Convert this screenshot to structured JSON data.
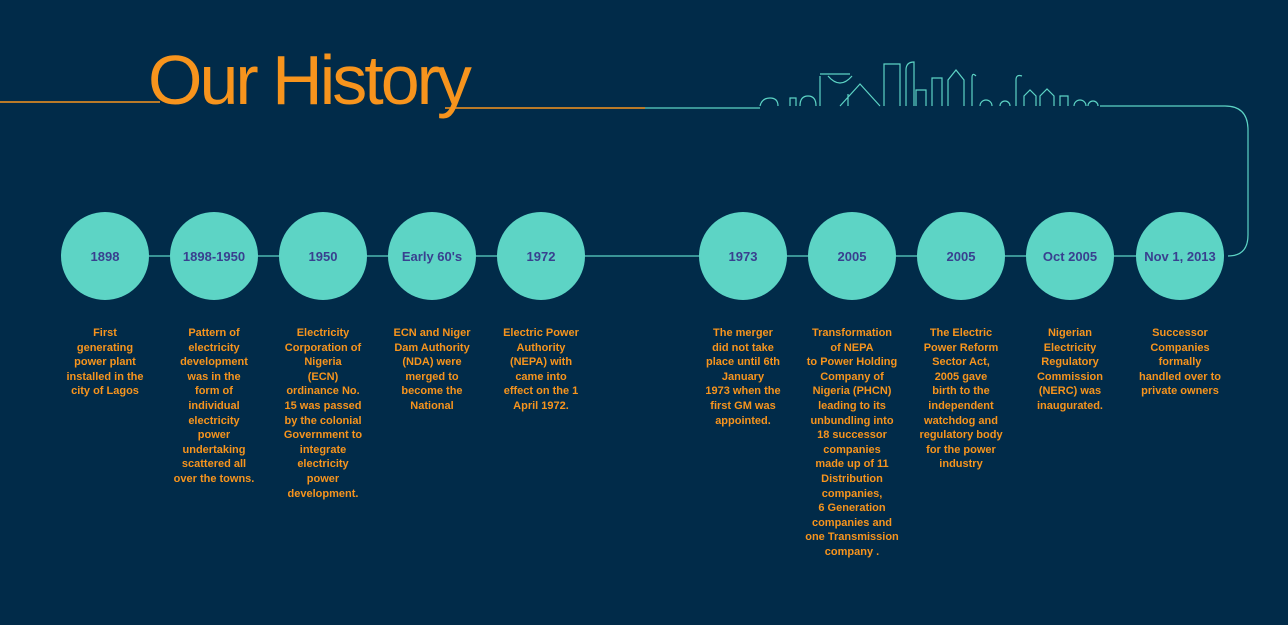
{
  "title": "Our History",
  "colors": {
    "background": "#012b49",
    "accent_orange": "#f7941d",
    "accent_teal": "#5dd4c5",
    "date_text": "#39408f"
  },
  "timeline": [
    {
      "date": "1898",
      "description": "First\ngenerating\npower plant\ninstalled in the\ncity of Lagos"
    },
    {
      "date": "1898-1950",
      "description": "Pattern of\nelectricity\ndevelopment\nwas in the\nform of\nindividual\nelectricity\npower\nundertaking\nscattered all\nover the towns."
    },
    {
      "date": "1950",
      "description": "Electricity\nCorporation of\nNigeria\n(ECN)\nordinance No.\n15 was passed\nby the colonial\nGovernment to\nintegrate\nelectricity\npower\ndevelopment."
    },
    {
      "date": "Early 60's",
      "description": "ECN and Niger\nDam Authority\n(NDA) were\nmerged to\nbecome the\nNational"
    },
    {
      "date": "1972",
      "description": "Electric Power\nAuthority\n(NEPA) with\ncame into\neffect on the 1\nApril 1972."
    },
    {
      "date": "1973",
      "description": "The merger\ndid not take\nplace until 6th\nJanuary\n1973 when the\nfirst GM was\nappointed."
    },
    {
      "date": "2005",
      "description": "Transformation\nof NEPA\nto Power Holding\nCompany of\nNigeria (PHCN)\nleading to its\nunbundling into\n18 successor\ncompanies\nmade up of 11\nDistribution\ncompanies,\n6 Generation\ncompanies and\none Transmission\ncompany ."
    },
    {
      "date": "2005",
      "description": "The Electric\nPower Reform\nSector Act,\n2005 gave\nbirth to the\nindependent\nwatchdog and\nregulatory body\nfor the power\nindustry"
    },
    {
      "date": "Oct 2005",
      "description": "Nigerian\nElectricity\nRegulatory\nCommission\n(NERC) was\ninaugurated."
    },
    {
      "date": "Nov 1, 2013",
      "description": "Successor\nCompanies\nformally\nhandled over to\nprivate owners"
    }
  ]
}
